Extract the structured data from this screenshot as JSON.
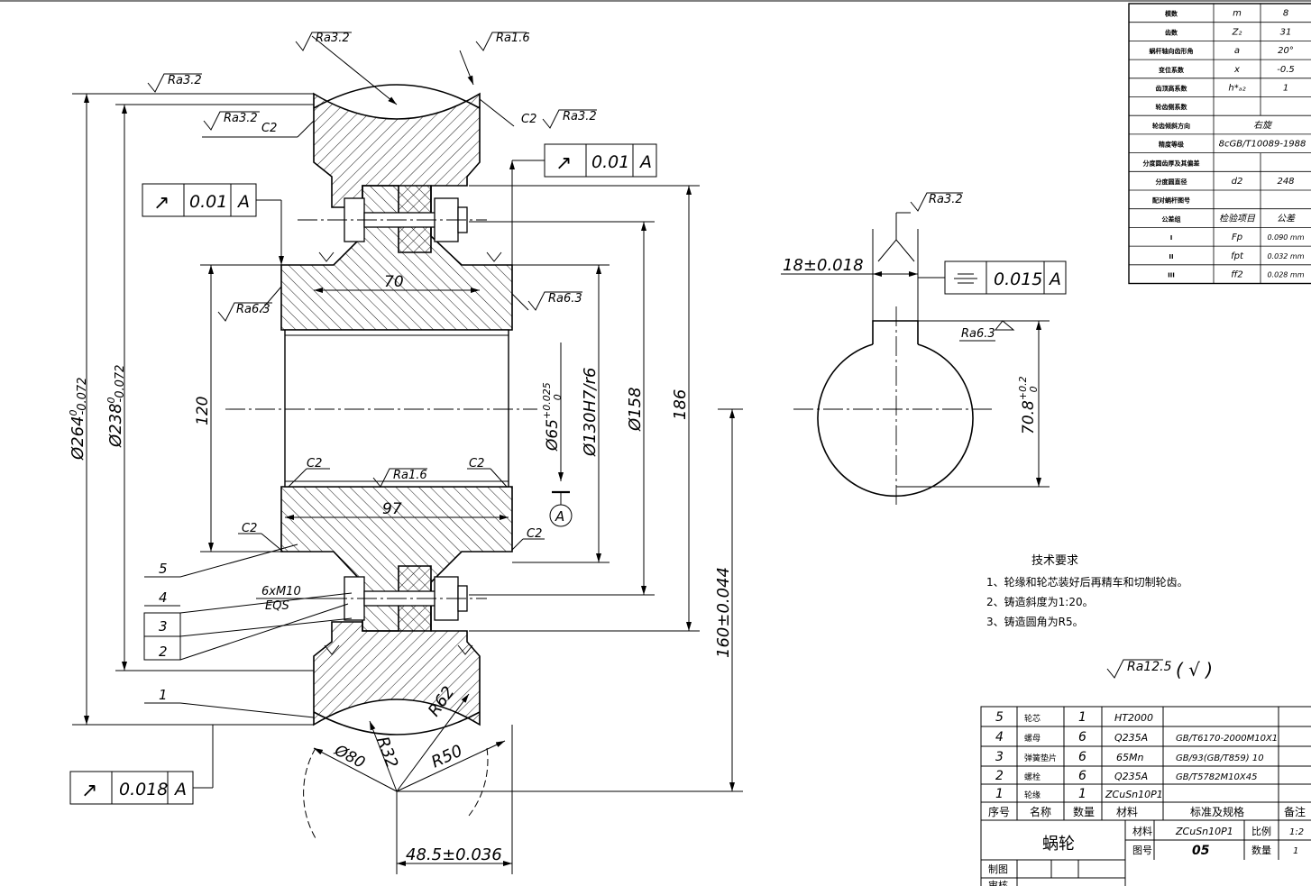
{
  "dims": {
    "d264": "Ø264",
    "d264_tol_up": "0",
    "d264_tol_low": "-0.072",
    "d238": "Ø238",
    "d238_tol_up": "0",
    "d238_tol_low": "-0.072",
    "len120": "120",
    "len70": "70",
    "len97": "97",
    "d65": "Ø65",
    "d65_tol_up": "+0.025",
    "d65_tol_low": "0",
    "d130": "Ø130H7/r6",
    "d158": "Ø158",
    "d186": "186",
    "c160": "160±0.044",
    "r62": "R62",
    "r32": "R32",
    "r50": "R50",
    "d80": "Ø80",
    "w485": "48.5±0.036",
    "bolt": "6xM10",
    "eqs": "EQS",
    "key18": "18±0.018",
    "key708": "70.8",
    "key708_tol_up": "+0.2",
    "key708_tol_low": "0"
  },
  "chamfers": {
    "c2": "C2"
  },
  "roughness": {
    "ra32": "Ra3.2",
    "ra16": "Ra1.6",
    "ra63": "Ra6.3",
    "ra125": "Ra12.5",
    "other_mark": "( √ )"
  },
  "tolerance_frames": {
    "runout1": {
      "symbol": "↗",
      "value": "0.01",
      "datum": "A"
    },
    "runout2": {
      "symbol": "↗",
      "value": "0.01",
      "datum": "A"
    },
    "runout3": {
      "symbol": "↗",
      "value": "0.018",
      "datum": "A"
    },
    "symmetry": {
      "symbol": "⌯",
      "value": "0.015",
      "datum": "A"
    }
  },
  "datum_label": "A",
  "part_numbers": [
    "1",
    "2",
    "3",
    "4",
    "5"
  ],
  "tech_req": {
    "title": "技术要求",
    "items": [
      "1、轮缘和轮芯装好后再精车和切制轮齿。",
      "2、铸造斜度为1:20。",
      "3、铸造圆角为R5。"
    ]
  },
  "param_table": [
    [
      "模数",
      "m",
      "8"
    ],
    [
      "齿数",
      "Z₂",
      "31"
    ],
    [
      "蜗杆轴向齿形角",
      "a",
      "20°"
    ],
    [
      "变位系数",
      "x",
      "-0.5"
    ],
    [
      "齿顶高系数",
      "h*ₐ₂",
      "1"
    ],
    [
      "轮齿侧系数",
      "",
      ""
    ],
    [
      "轮齿倾斜方向",
      "右旋",
      ""
    ],
    [
      "精度等级",
      "8cGB/T10089-1988",
      ""
    ],
    [
      "分度圆齿厚及其偏差",
      "",
      ""
    ],
    [
      "分度圆直径",
      "d2",
      "248"
    ],
    [
      "配对蜗杆图号",
      "",
      ""
    ],
    [
      "公差组",
      "检验项目",
      "公差"
    ],
    [
      "I",
      "Fp",
      "0.090 mm"
    ],
    [
      "II",
      "fpt",
      "0.032 mm"
    ],
    [
      "III",
      "ff2",
      "0.028 mm"
    ]
  ],
  "bom": [
    {
      "no": "5",
      "name": "轮芯",
      "qty": "1",
      "mat": "HT2000",
      "std": ""
    },
    {
      "no": "4",
      "name": "螺母",
      "qty": "6",
      "mat": "Q235A",
      "std": "GB/T6170-2000M10X1"
    },
    {
      "no": "3",
      "name": "弹簧垫片",
      "qty": "6",
      "mat": "65Mn",
      "std": "GB/93(GB/T859) 10"
    },
    {
      "no": "2",
      "name": "螺栓",
      "qty": "6",
      "mat": "Q235A",
      "std": "GB/T5782M10X45"
    },
    {
      "no": "1",
      "name": "轮缘",
      "qty": "1",
      "mat": "ZCuSn10P1",
      "std": ""
    }
  ],
  "bom_header": {
    "no": "序号",
    "name": "名称",
    "qty": "数量",
    "mat": "材料",
    "std": "标准及规格",
    "note": "备注"
  },
  "title_block": {
    "part_name": "蜗轮",
    "mat_label": "材料",
    "mat_value": "ZCuSn10P1",
    "scale_label": "比例",
    "scale_value": "1:2",
    "dwg_label": "图号",
    "dwg_value": "05",
    "qty_label": "数量",
    "qty_value": "1",
    "drawn_label": "制图",
    "checked_label": "审核"
  }
}
